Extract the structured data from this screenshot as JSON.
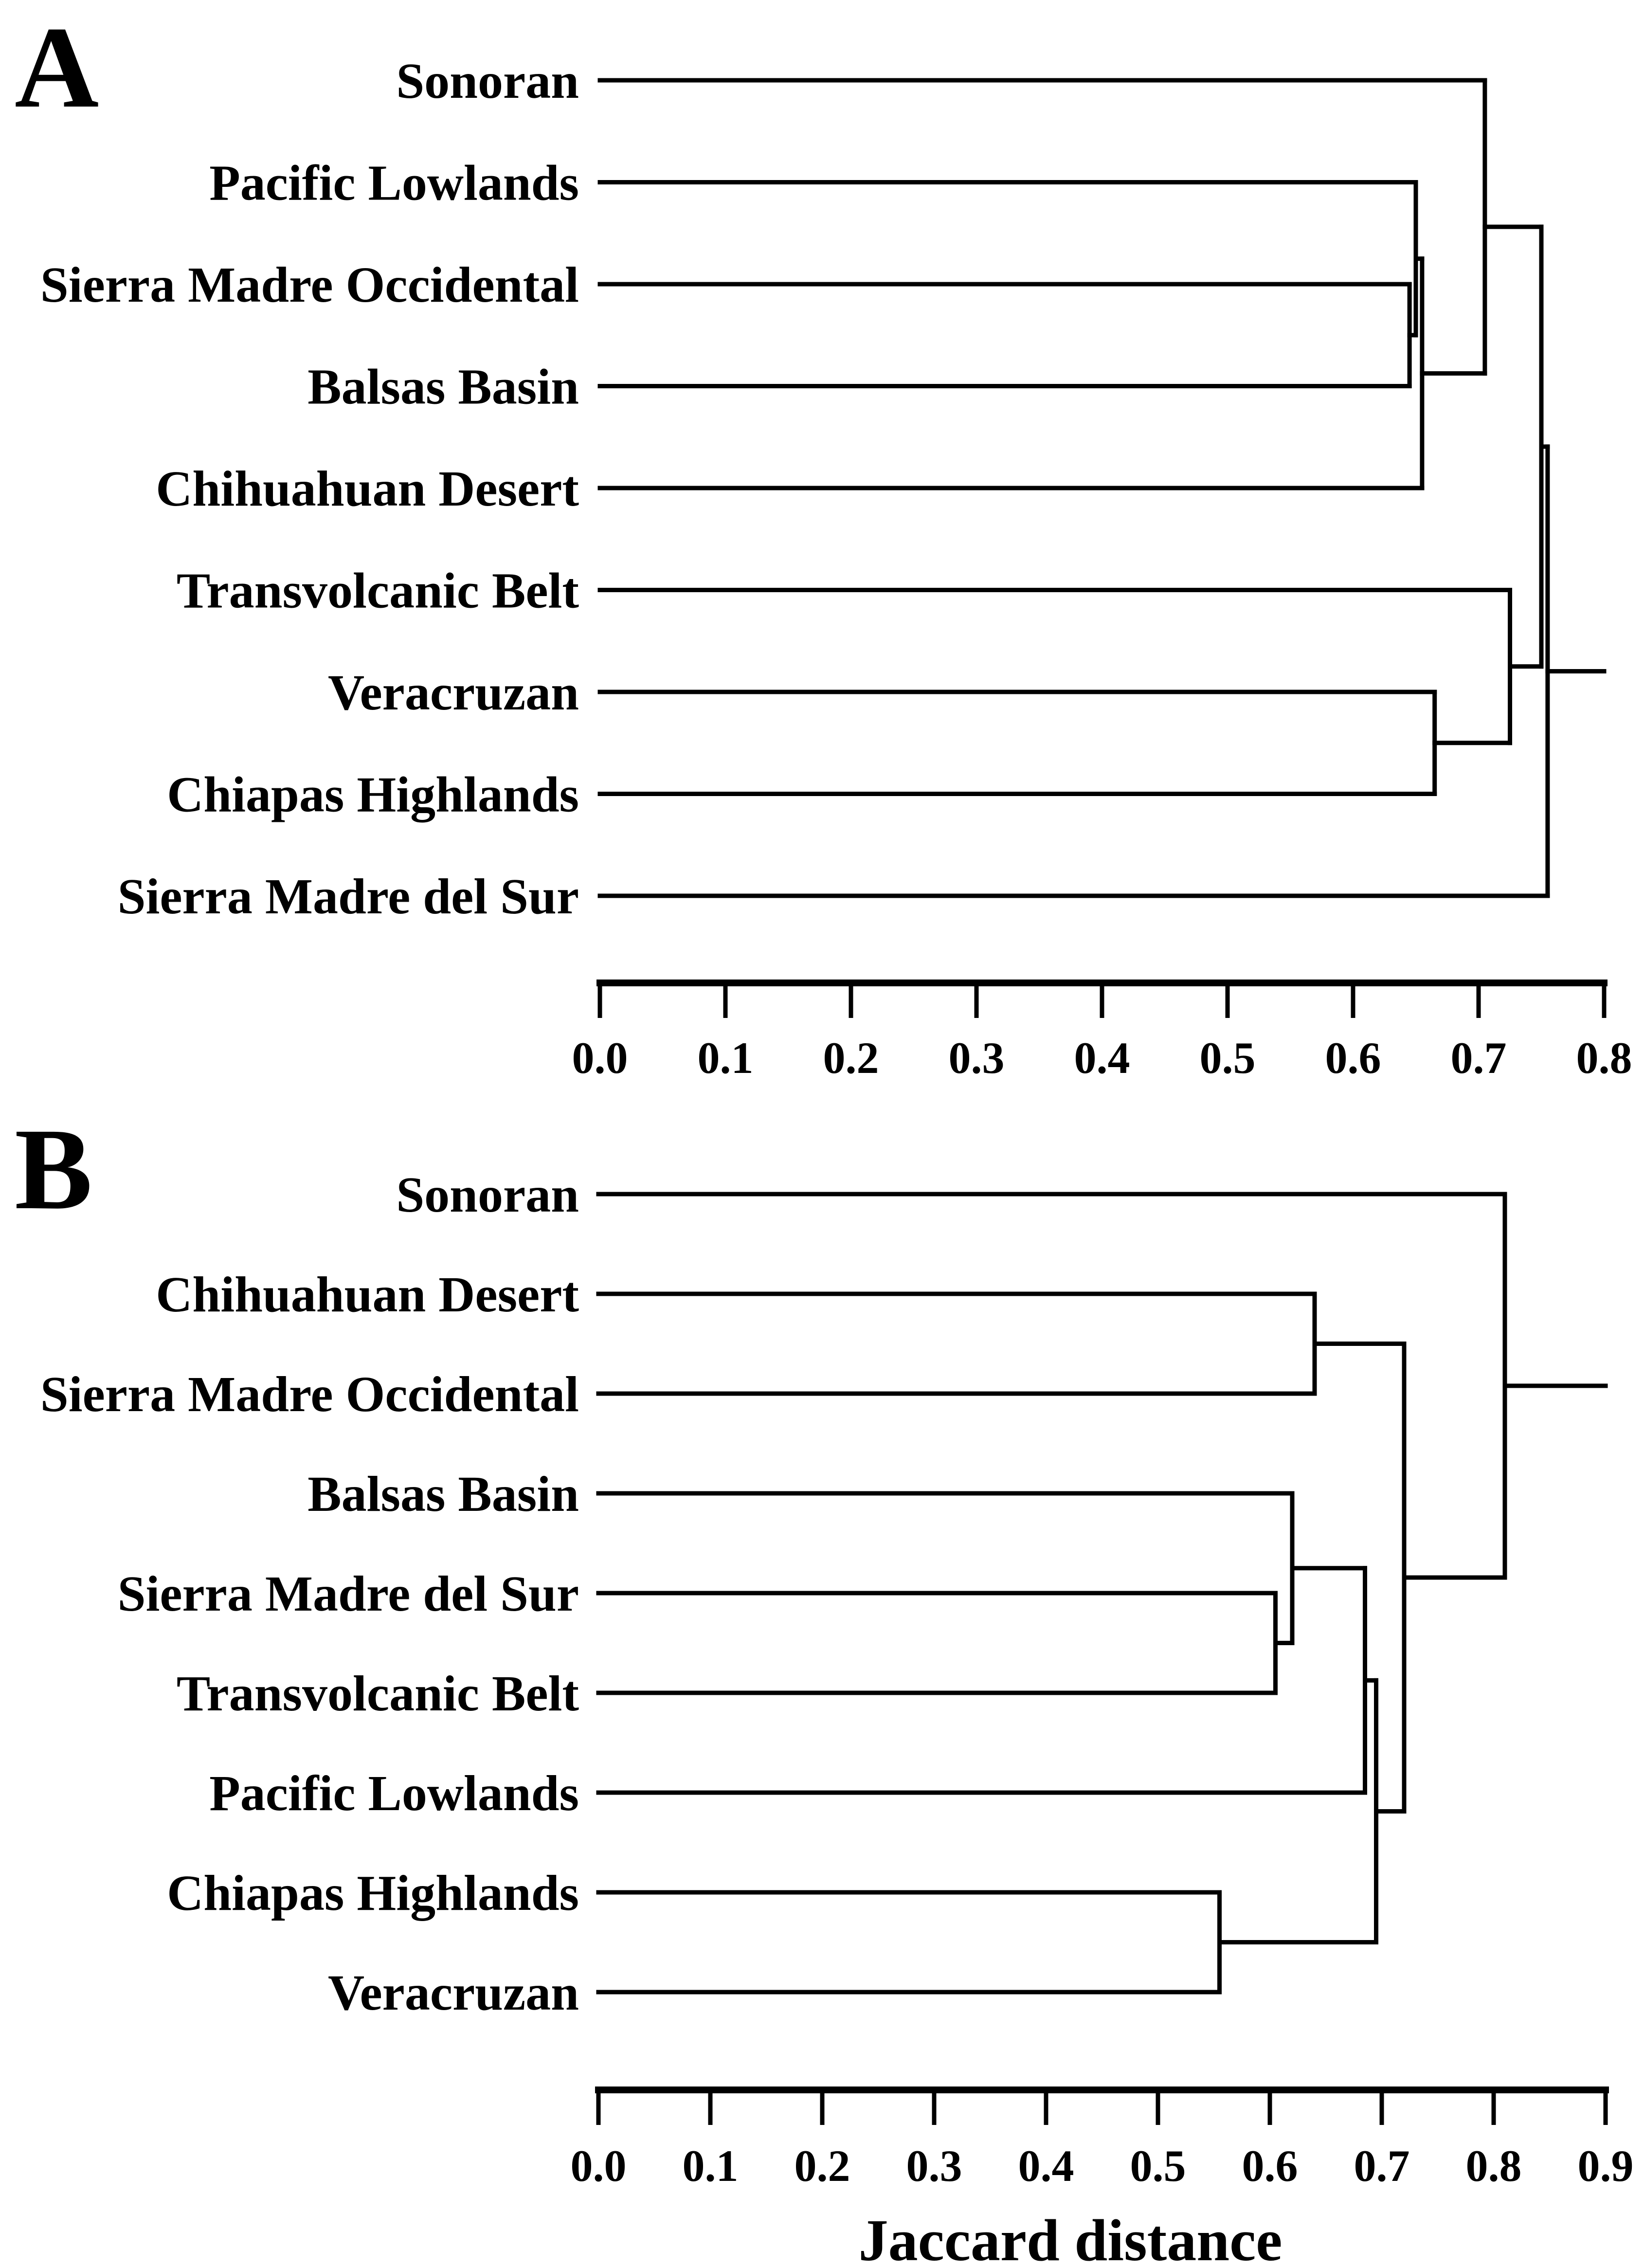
{
  "figure": {
    "panel_a_label": "A",
    "panel_b_label": "B",
    "axis_title": "Jaccard distance"
  },
  "chart_data": [
    {
      "type": "dendrogram",
      "panel": "A",
      "orientation": "horizontal",
      "distance_metric": "Jaccard distance",
      "leaves_top_to_bottom": [
        "Sonoran",
        "Pacific Lowlands",
        "Sierra Madre Occidental",
        "Balsas Basin",
        "Chihuahuan Desert",
        "Transvolcanic Belt",
        "Veracruzan",
        "Chiapas Highlands",
        "Sierra Madre del Sur"
      ],
      "axis": {
        "min": 0.0,
        "max": 0.8,
        "tick_step": 0.1,
        "tick_labels": [
          "0.0",
          "0.1",
          "0.2",
          "0.3",
          "0.4",
          "0.5",
          "0.6",
          "0.7",
          "0.8"
        ],
        "label": ""
      },
      "root_tail_to": 0.8,
      "tree": {
        "d": 0.755,
        "children": [
          {
            "d": 0.75,
            "children": [
              {
                "d": 0.705,
                "children": [
                  "Sonoran",
                  {
                    "d": 0.655,
                    "children": [
                      {
                        "d": 0.65,
                        "children": [
                          "Pacific Lowlands",
                          {
                            "d": 0.645,
                            "children": [
                              "Sierra Madre Occidental",
                              "Balsas Basin"
                            ]
                          }
                        ]
                      },
                      "Chihuahuan Desert"
                    ]
                  }
                ]
              },
              {
                "d": 0.725,
                "children": [
                  "Transvolcanic Belt",
                  {
                    "d": 0.665,
                    "children": [
                      "Veracruzan",
                      "Chiapas Highlands"
                    ]
                  }
                ]
              }
            ]
          },
          "Sierra Madre del Sur"
        ]
      }
    },
    {
      "type": "dendrogram",
      "panel": "B",
      "orientation": "horizontal",
      "distance_metric": "Jaccard distance",
      "leaves_top_to_bottom": [
        "Sonoran",
        "Chihuahuan Desert",
        "Sierra Madre Occidental",
        "Balsas Basin",
        "Sierra Madre del Sur",
        "Transvolcanic Belt",
        "Pacific Lowlands",
        "Chiapas Highlands",
        "Veracruzan"
      ],
      "axis": {
        "min": 0.0,
        "max": 0.9,
        "tick_step": 0.1,
        "tick_labels": [
          "0.0",
          "0.1",
          "0.2",
          "0.3",
          "0.4",
          "0.5",
          "0.6",
          "0.7",
          "0.8",
          "0.9"
        ],
        "label": "Jaccard distance"
      },
      "root_tail_to": 0.9,
      "tree": {
        "d": 0.81,
        "children": [
          "Sonoran",
          {
            "d": 0.72,
            "children": [
              {
                "d": 0.64,
                "children": [
                  "Chihuahuan Desert",
                  "Sierra Madre Occidental"
                ]
              },
              {
                "d": 0.695,
                "children": [
                  {
                    "d": 0.685,
                    "children": [
                      {
                        "d": 0.62,
                        "children": [
                          "Balsas Basin",
                          {
                            "d": 0.605,
                            "children": [
                              "Sierra Madre del Sur",
                              "Transvolcanic Belt"
                            ]
                          }
                        ]
                      },
                      "Pacific Lowlands"
                    ]
                  },
                  {
                    "d": 0.555,
                    "children": [
                      "Chiapas Highlands",
                      "Veracruzan"
                    ]
                  }
                ]
              }
            ]
          }
        ]
      }
    }
  ]
}
